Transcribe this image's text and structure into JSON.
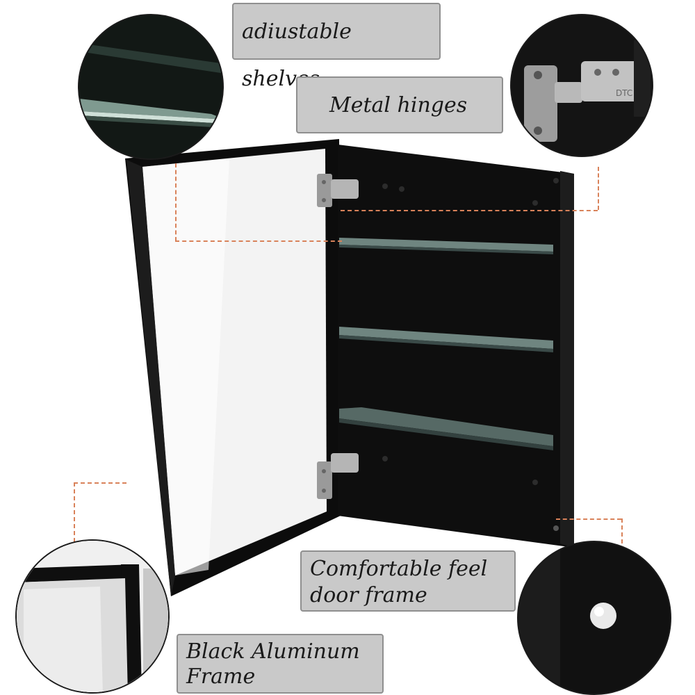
{
  "labels": {
    "adjustable_shelves": "adiustable shelves",
    "metal_hinges": "Metal hinges",
    "door_frame_line1": "Comfortable feel",
    "door_frame_line2": "door frame",
    "frame_line1": "Black Aluminum",
    "frame_line2": "Frame"
  },
  "hinge_brand": "DTC",
  "colors": {
    "label_bg": "#c9c9c9",
    "label_border": "#8f8f8f",
    "cabinet": "#0e0e0e",
    "shelf_glass": "#7a8f8a",
    "leader_line": "#d9825a"
  }
}
